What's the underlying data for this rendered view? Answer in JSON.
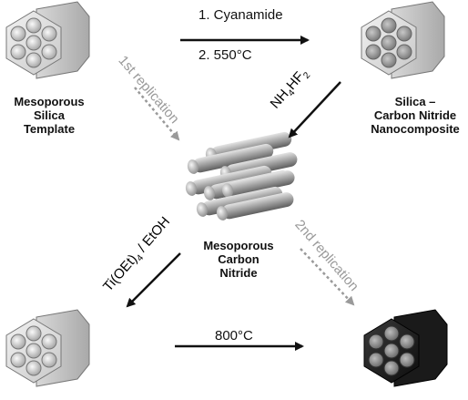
{
  "steps": {
    "top_1": "1.  Cyanamide",
    "top_2": "2.  550°C",
    "bottom": "800°C",
    "etch_main": "NH",
    "etch_sub1": "4",
    "etch_mid": "HF",
    "etch_sub2": "2",
    "ti_main": "Ti(OEt)",
    "ti_sub": "4",
    "ti_rest": " / EtOH"
  },
  "replications": {
    "first": "1st replication",
    "second": "2nd replication"
  },
  "labels": {
    "silica_template": [
      "Mesoporous",
      "Silica",
      "Template"
    ],
    "composite": [
      "Silica –",
      "Carbon Nitride",
      "Nanocomposite"
    ],
    "carbon_nitride": [
      "Mesoporous",
      "Carbon",
      "Nitride"
    ]
  },
  "colors": {
    "arrow_black": "#111111",
    "arrow_gray": "#9a9a9a",
    "silica_light": "#d9d9d9",
    "carbon_dark": "#1c1c1c",
    "rod_gray": "#8e8e8e"
  }
}
